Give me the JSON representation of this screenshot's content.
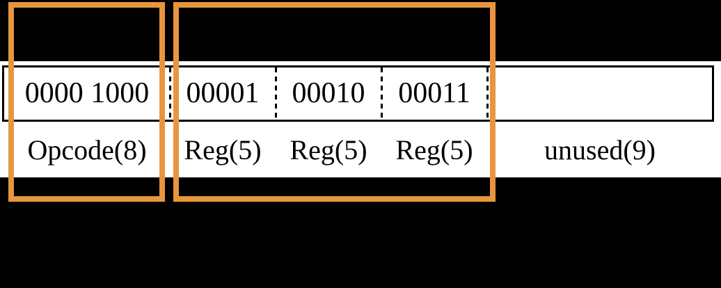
{
  "colors": {
    "background": "#000000",
    "band": "#ffffff",
    "line": "#000000",
    "highlight": "#e8963e"
  },
  "instruction_format": {
    "fields": [
      {
        "value": "0000 1000",
        "label": "Opcode(8)"
      },
      {
        "value": "00001",
        "label": "Reg(5)"
      },
      {
        "value": "00010",
        "label": "Reg(5)"
      },
      {
        "value": "00011",
        "label": "Reg(5)"
      },
      {
        "value": "",
        "label": "unused(9)"
      }
    ]
  }
}
